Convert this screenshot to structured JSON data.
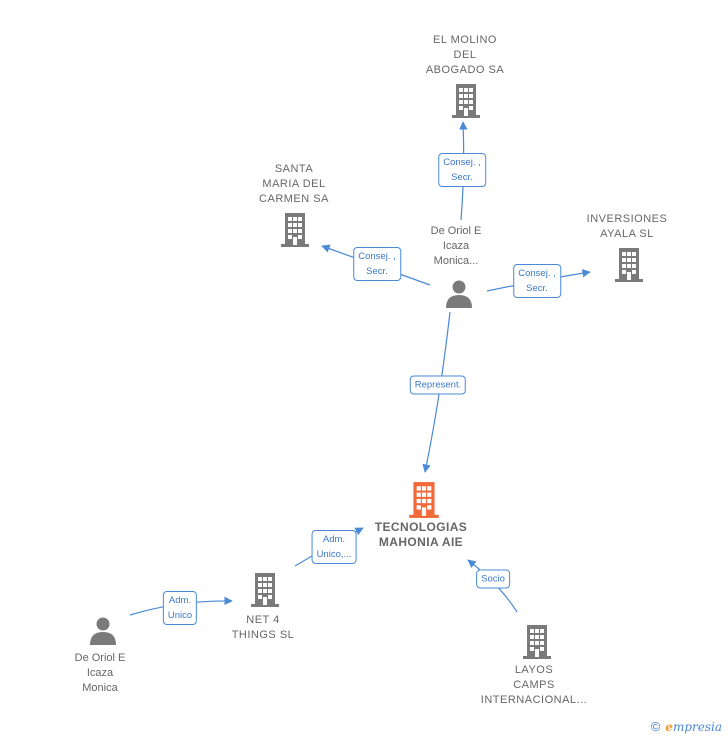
{
  "nodes": {
    "molino": {
      "label": "EL MOLINO\nDEL\nABOGADO SA",
      "type": "company"
    },
    "santa": {
      "label": "SANTA\nMARIA DEL\nCARMEN SA",
      "type": "company"
    },
    "inversiones": {
      "label": "INVERSIONES\nAYALA  SL",
      "type": "company"
    },
    "person_top": {
      "label": "De Oriol E\nIcaza\nMonica...",
      "type": "person"
    },
    "tecnologias": {
      "label": "TECNOLOGIAS\nMAHONIA AIE",
      "type": "company-main"
    },
    "net4": {
      "label": "NET 4\nTHINGS  SL",
      "type": "company"
    },
    "person_bottom": {
      "label": "De Oriol E\nIcaza\nMonica",
      "type": "person"
    },
    "layos": {
      "label": "LAYOS\nCAMPS\nINTERNACIONAL...",
      "type": "company"
    }
  },
  "edges": {
    "to_molino": "Consej. ,\nSecr.",
    "to_santa": "Consej. ,\nSecr.",
    "to_inversiones": "Consej. ,\nSecr.",
    "to_tecnologias_rep": "Represent.",
    "net4_to_tecnologias": "Adm.\nUnico,...",
    "person_to_net4": "Adm.\nUnico",
    "layos_to_tecnologias": "Socio"
  },
  "colors": {
    "edge": "#4a8ad6",
    "node_icon": "#7a7a7a",
    "main_icon": "#f26a3a"
  },
  "footer": {
    "copyright": "©",
    "brand_first": "e",
    "brand_rest": "mpresia"
  }
}
